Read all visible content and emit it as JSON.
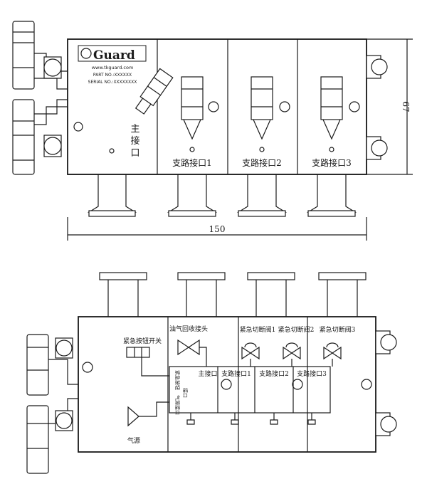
{
  "top_view": {
    "logo": {
      "text": "Guard",
      "url": "www.tkguard.com",
      "part_no": "PART NO.:XXXXXX",
      "serial_no": "SERIAL NO.:XXXXXXXX"
    },
    "main_port": [
      "主",
      "接",
      "口"
    ],
    "branch_ports": [
      "支路接口1",
      "支路接口2",
      "支路接口3"
    ],
    "dim_height": "67",
    "dim_width": "150"
  },
  "bottom_view": {
    "emergency_button": "紧急按钮开关",
    "oil_gas_connector": "油气回收接头",
    "cutoff_valves": [
      "紧急切断阀1",
      "紧急切断阀2",
      "紧急切断阀3"
    ],
    "main_port": "主接口",
    "branch_ports": [
      "支路接口1",
      "支路接口2",
      "支路接口3"
    ],
    "side_labels": [
      "紧急按钮",
      "接口",
      "气源接口"
    ],
    "air_source": "气源"
  }
}
